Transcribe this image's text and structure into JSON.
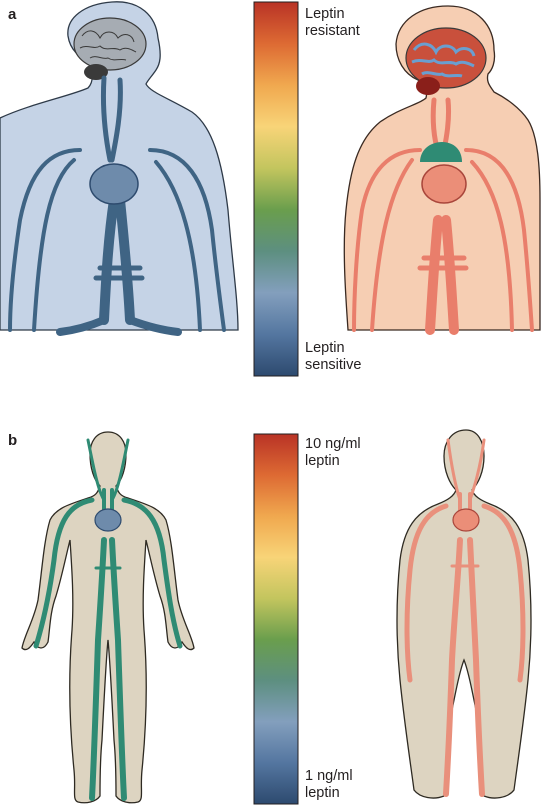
{
  "panel_a": {
    "label": "a",
    "scale_top": "Leptin\nresistant",
    "scale_bottom": "Leptin\nsensitive",
    "gradient_colors": [
      "#b93326",
      "#dd6a33",
      "#f0a84f",
      "#f8d478",
      "#c3c55e",
      "#6a9e4d",
      "#5d8f80",
      "#839fbd",
      "#5476a0",
      "#2d4a6f"
    ]
  },
  "panel_b": {
    "label": "b",
    "scale_top": "10 ng/ml\nleptin",
    "scale_bottom": "1 ng/ml\nleptin",
    "gradient_colors": [
      "#b93326",
      "#dd6a33",
      "#f0a84f",
      "#f8d478",
      "#c3c55e",
      "#6a9e4d",
      "#5d8f80",
      "#839fbd",
      "#5476a0",
      "#2d4a6f"
    ]
  },
  "colors": {
    "lean_body_a": "#c5d3e6",
    "lean_vessels_a": "#3f6484",
    "obese_body_a": "#f6ceb3",
    "obese_vessels_a": "#e97e6b",
    "lean_body_b": "#ddd4c1",
    "lean_vessels_b": "#2f8b74",
    "obese_body_b": "#ddd4c1",
    "obese_vessels_b": "#e9907c"
  }
}
